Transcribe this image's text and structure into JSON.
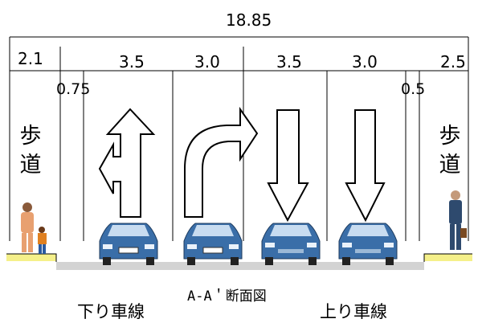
{
  "total_width": "18.85",
  "segments": {
    "left_sidewalk": "2.1",
    "lane1": "3.5",
    "lane2": "3.0",
    "lane3": "3.5",
    "lane4": "3.0",
    "right_sidewalk": "2.5",
    "left_margin": "0.75",
    "right_margin": "0.5"
  },
  "sidewalk_label": [
    "歩",
    "道"
  ],
  "caption": "A-A＇断面図",
  "direction_down": "下り車線",
  "direction_up": "上り車線",
  "colors": {
    "curb": "#f5f08a",
    "road": "#d3d3d3",
    "car": "#3a6ea8",
    "line": "#000000"
  }
}
